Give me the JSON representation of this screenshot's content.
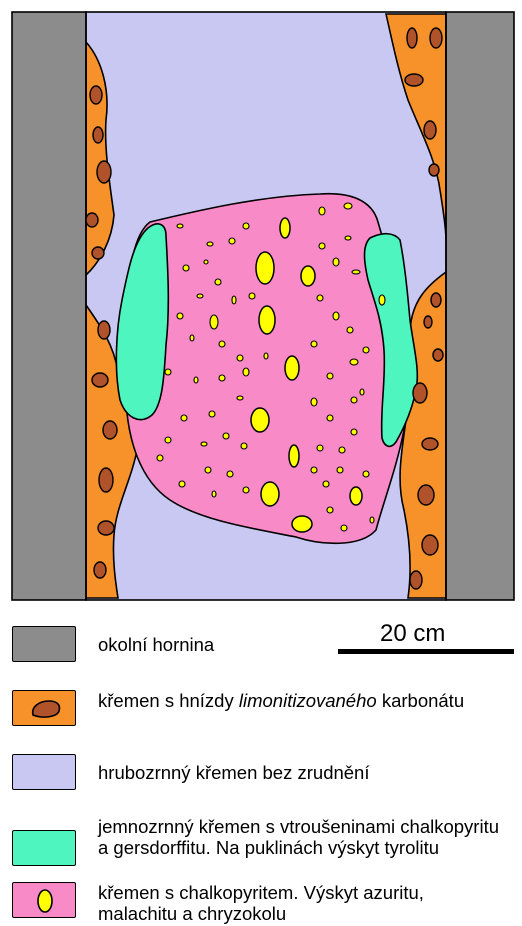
{
  "colors": {
    "host_rock": "#8c8c8c",
    "quartz_carbonate": "#f7922b",
    "limonitized_nest": "#b0532a",
    "coarse_quartz": "#c8c8f2",
    "fine_quartz": "#4ff5bf",
    "chalcopyrite_quartz": "#f98ac8",
    "ore_grain": "#ffff00"
  },
  "scale": {
    "label": "20 cm"
  },
  "legend": {
    "host_rock": {
      "label": "okolní hornina"
    },
    "quartz_carbonate": {
      "label_pre": "křemen s hnízdy ",
      "label_italic": "limonitizovaného",
      "label_post": " karbonátu"
    },
    "coarse_quartz": {
      "label": "hrubozrnný křemen bez zrudnění"
    },
    "fine_quartz": {
      "label": "jemnozrnný křemen s vtroušeninami chalkopyritu a gersdorffitu. Na puklinách výskyt tyrolitu"
    },
    "chalcopyrite_quartz": {
      "label": "křemen s chalkopyritem. Výskyt azuritu, malachitu a chryzokolu"
    }
  }
}
